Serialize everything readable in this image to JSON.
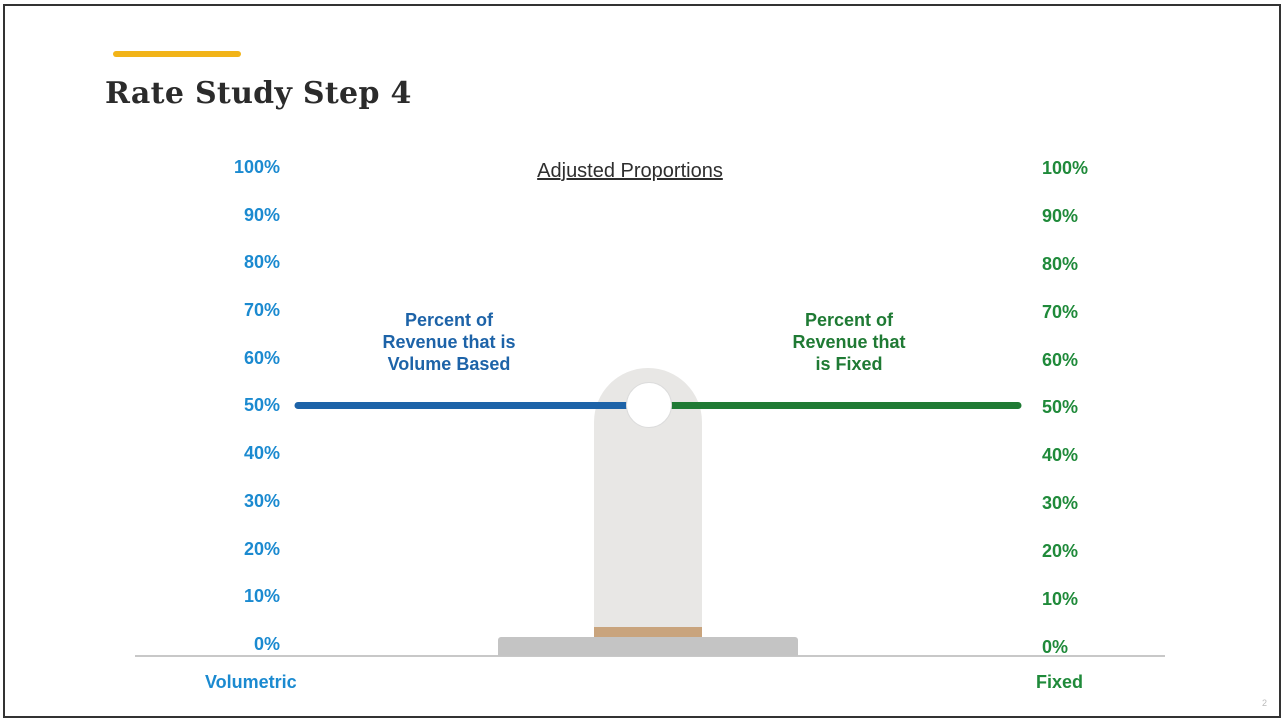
{
  "slide": {
    "title": "Rate Study Step 4",
    "chart_title": "Adjusted Proportions",
    "page_number": "2"
  },
  "left_axis": {
    "ticks": [
      "100%",
      "90%",
      "80%",
      "70%",
      "60%",
      "50%",
      "40%",
      "30%",
      "20%",
      "10%",
      "0%"
    ],
    "label": "Volumetric",
    "color": "#1b8ad0"
  },
  "right_axis": {
    "ticks": [
      "100%",
      "90%",
      "80%",
      "70%",
      "60%",
      "50%",
      "40%",
      "30%",
      "20%",
      "10%",
      "0%"
    ],
    "label": "Fixed",
    "color": "#1f8a3a"
  },
  "left_beam": {
    "lines": [
      "Percent of",
      "Revenue that is",
      "Volume Based"
    ],
    "color": "#1d63a8",
    "value_percent": 50
  },
  "right_beam": {
    "lines": [
      "Percent of",
      "Revenue that",
      "is Fixed"
    ],
    "color": "#1f7a34",
    "value_percent": 50
  },
  "accent_color": "#f2b418"
}
